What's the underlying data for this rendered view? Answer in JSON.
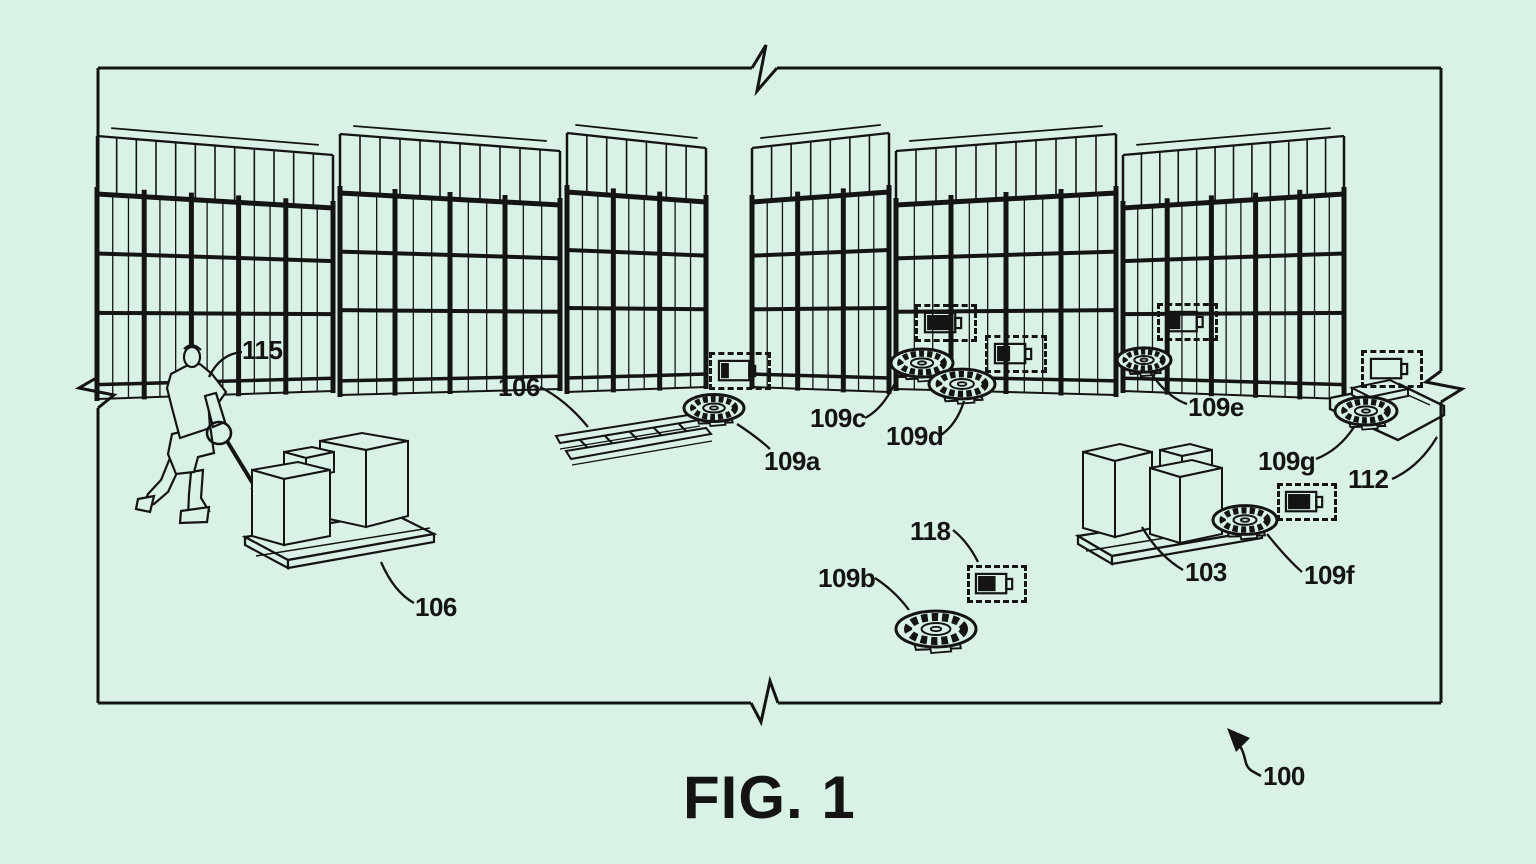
{
  "figure": {
    "caption": "FIG. 1"
  },
  "labels": {
    "l115": "115",
    "l106_center": "106",
    "l106_left": "106",
    "l109a": "109a",
    "l109b": "109b",
    "l109c": "109c",
    "l109d": "109d",
    "l109e": "109e",
    "l109f": "109f",
    "l109g": "109g",
    "l103": "103",
    "l112": "112",
    "l118": "118",
    "l100": "100"
  },
  "batteries": {
    "b109a": 0.3,
    "b109c": 0.85,
    "b109d": 0.5,
    "b109e": 0.45,
    "b112": 0.0,
    "b109f": 0.85,
    "b118": 0.67
  },
  "colors": {
    "background": "#d9f2e5",
    "ink": "#141414"
  }
}
